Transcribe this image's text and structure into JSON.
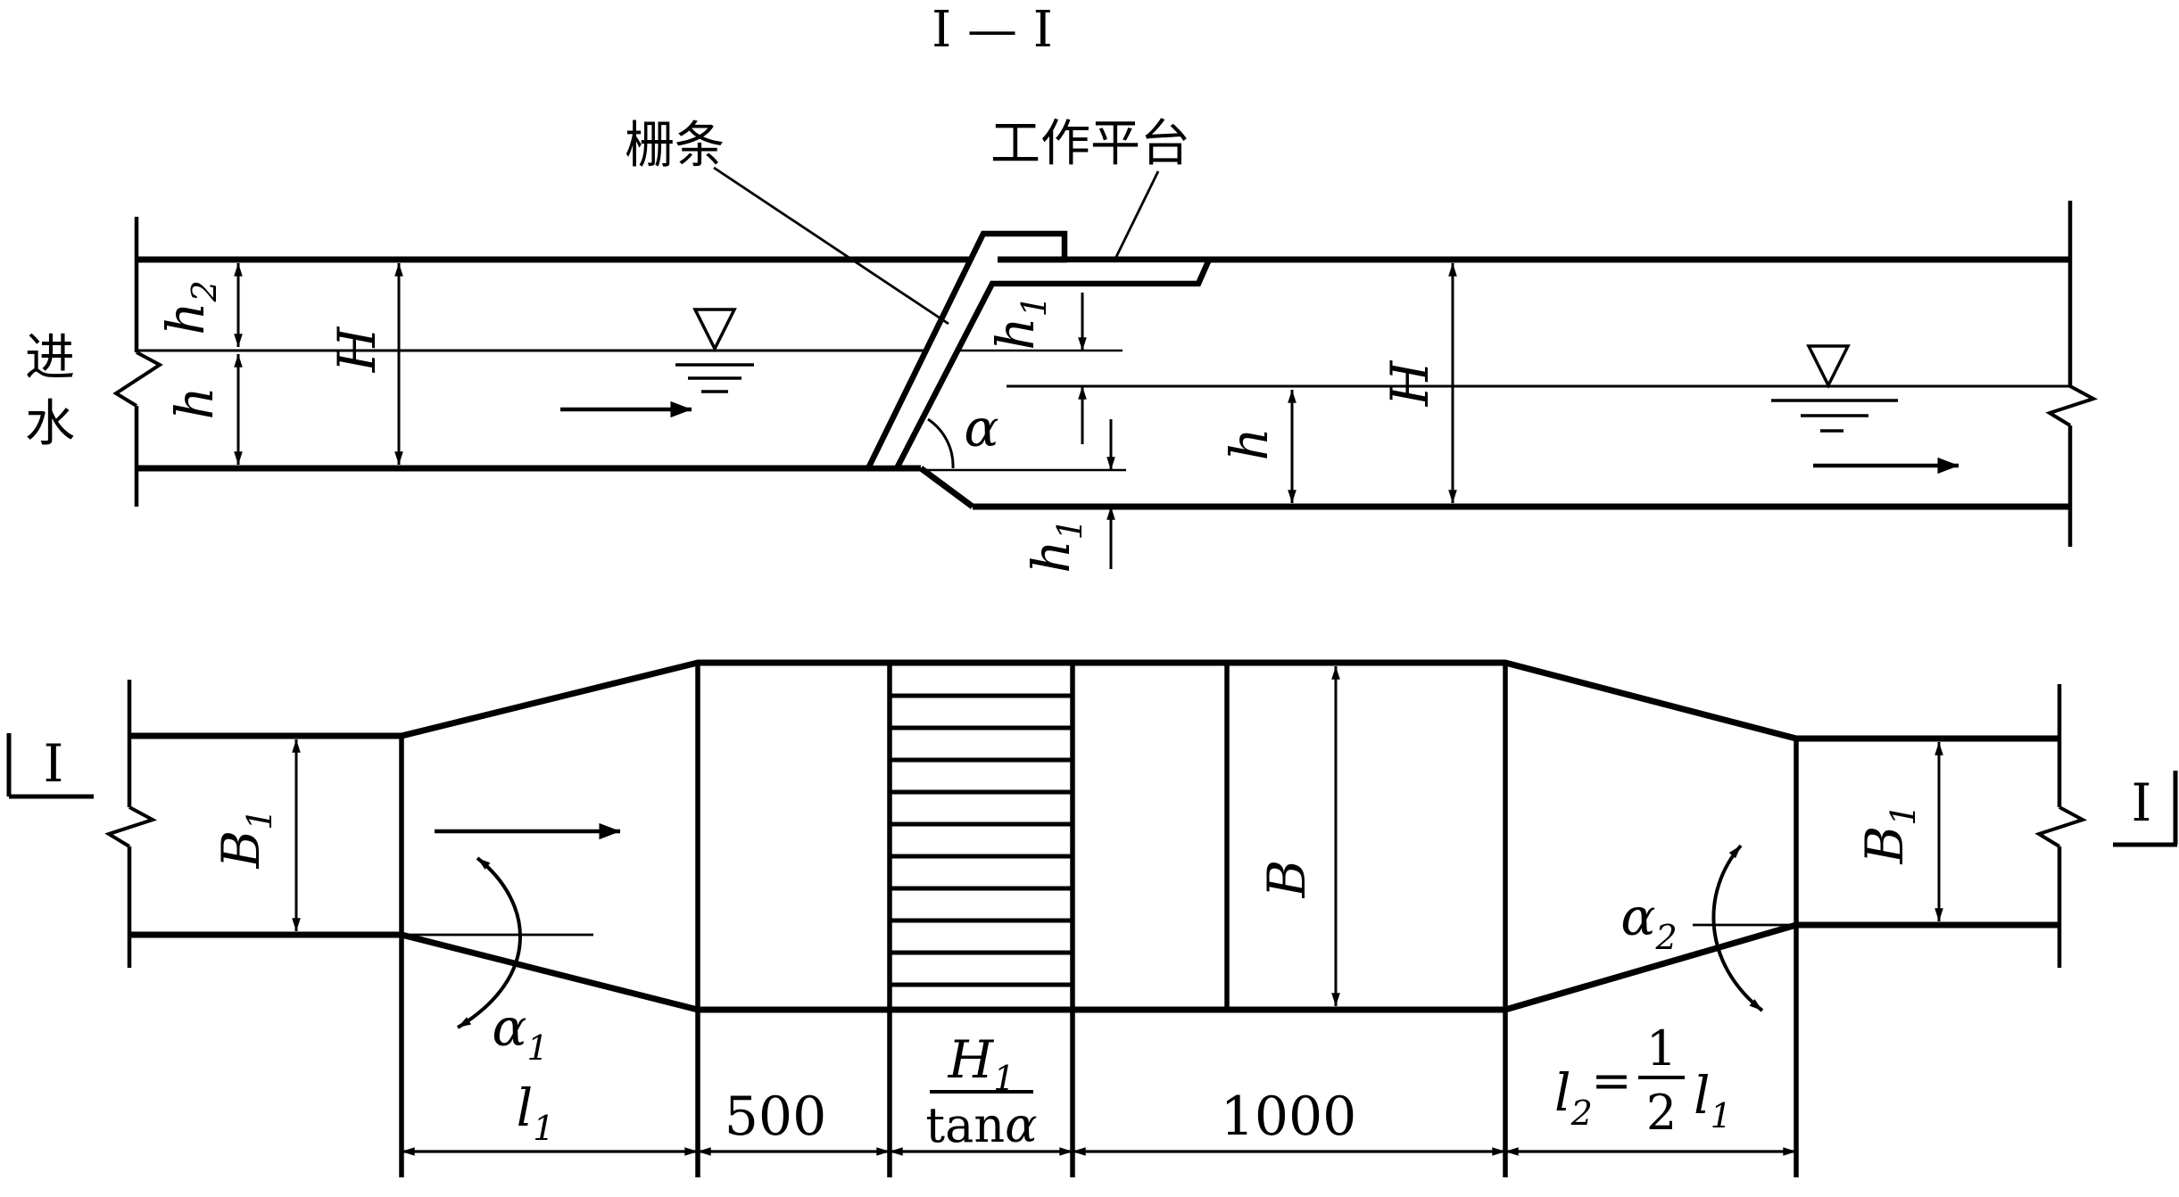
{
  "figure": {
    "title": "I — I",
    "type": "bar-screen channel engineering drawing, section I-I and plan view"
  },
  "colors": {
    "ink": "#000000",
    "paper": "#ffffff"
  },
  "labels": {
    "title": "I — I",
    "inlet1": "进",
    "inlet2": "水",
    "bar_screen": "栅条",
    "platform": "工作平台",
    "alpha": "α",
    "h_base": "h",
    "h1_base": "h",
    "h1_sub": "1",
    "h2_base": "h",
    "h2_sub": "2",
    "H_base": "H",
    "B_base": "B",
    "B1_base": "B",
    "B1_sub": "1",
    "alpha1_base": "α",
    "alpha1_sub": "1",
    "alpha2_base": "α",
    "alpha2_sub": "2",
    "l1_base": "l",
    "l1_sub": "1",
    "l2_base": "l",
    "l2_sub": "2",
    "equals": "=",
    "frac_num": "1",
    "frac_den": "2",
    "seg_500": "500",
    "seg_1000": "1000",
    "H1_base": "H",
    "H1_sub": "1",
    "tan": "tan",
    "tan_alpha": "α",
    "section_marker": "I"
  }
}
